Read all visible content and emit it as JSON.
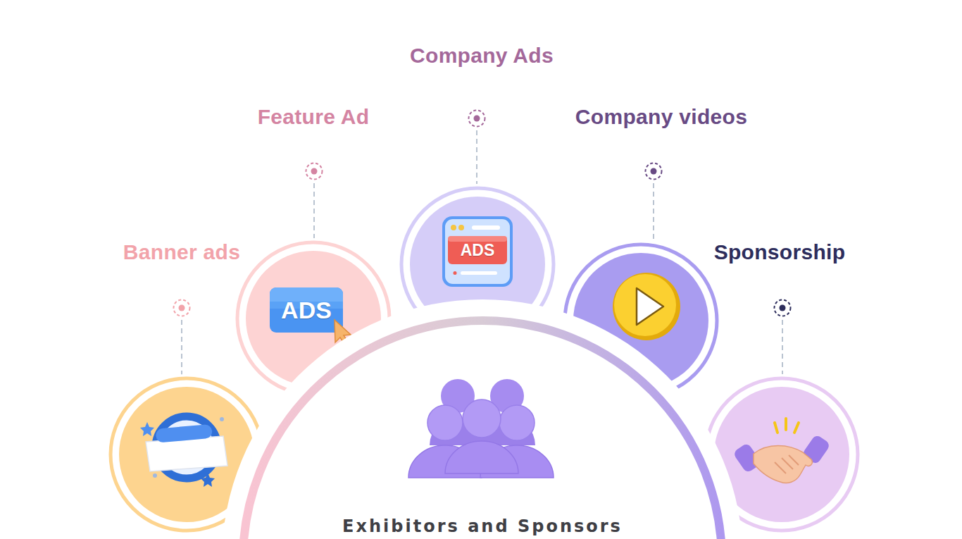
{
  "diagram": {
    "nodes": [
      {
        "text": [
          "Banner ads"
        ]
      },
      {
        "text": [
          "Feature Ad"
        ]
      },
      {
        "text": [
          "Company Ads"
        ]
      },
      {
        "text": [
          "Company videos"
        ]
      },
      {
        "text": [
          "Sponsorship"
        ]
      },
      {
        "text": [
          "Exhibitors and Sponsors"
        ]
      }
    ],
    "labels": [
      "ADS",
      "ADS"
    ]
  }
}
